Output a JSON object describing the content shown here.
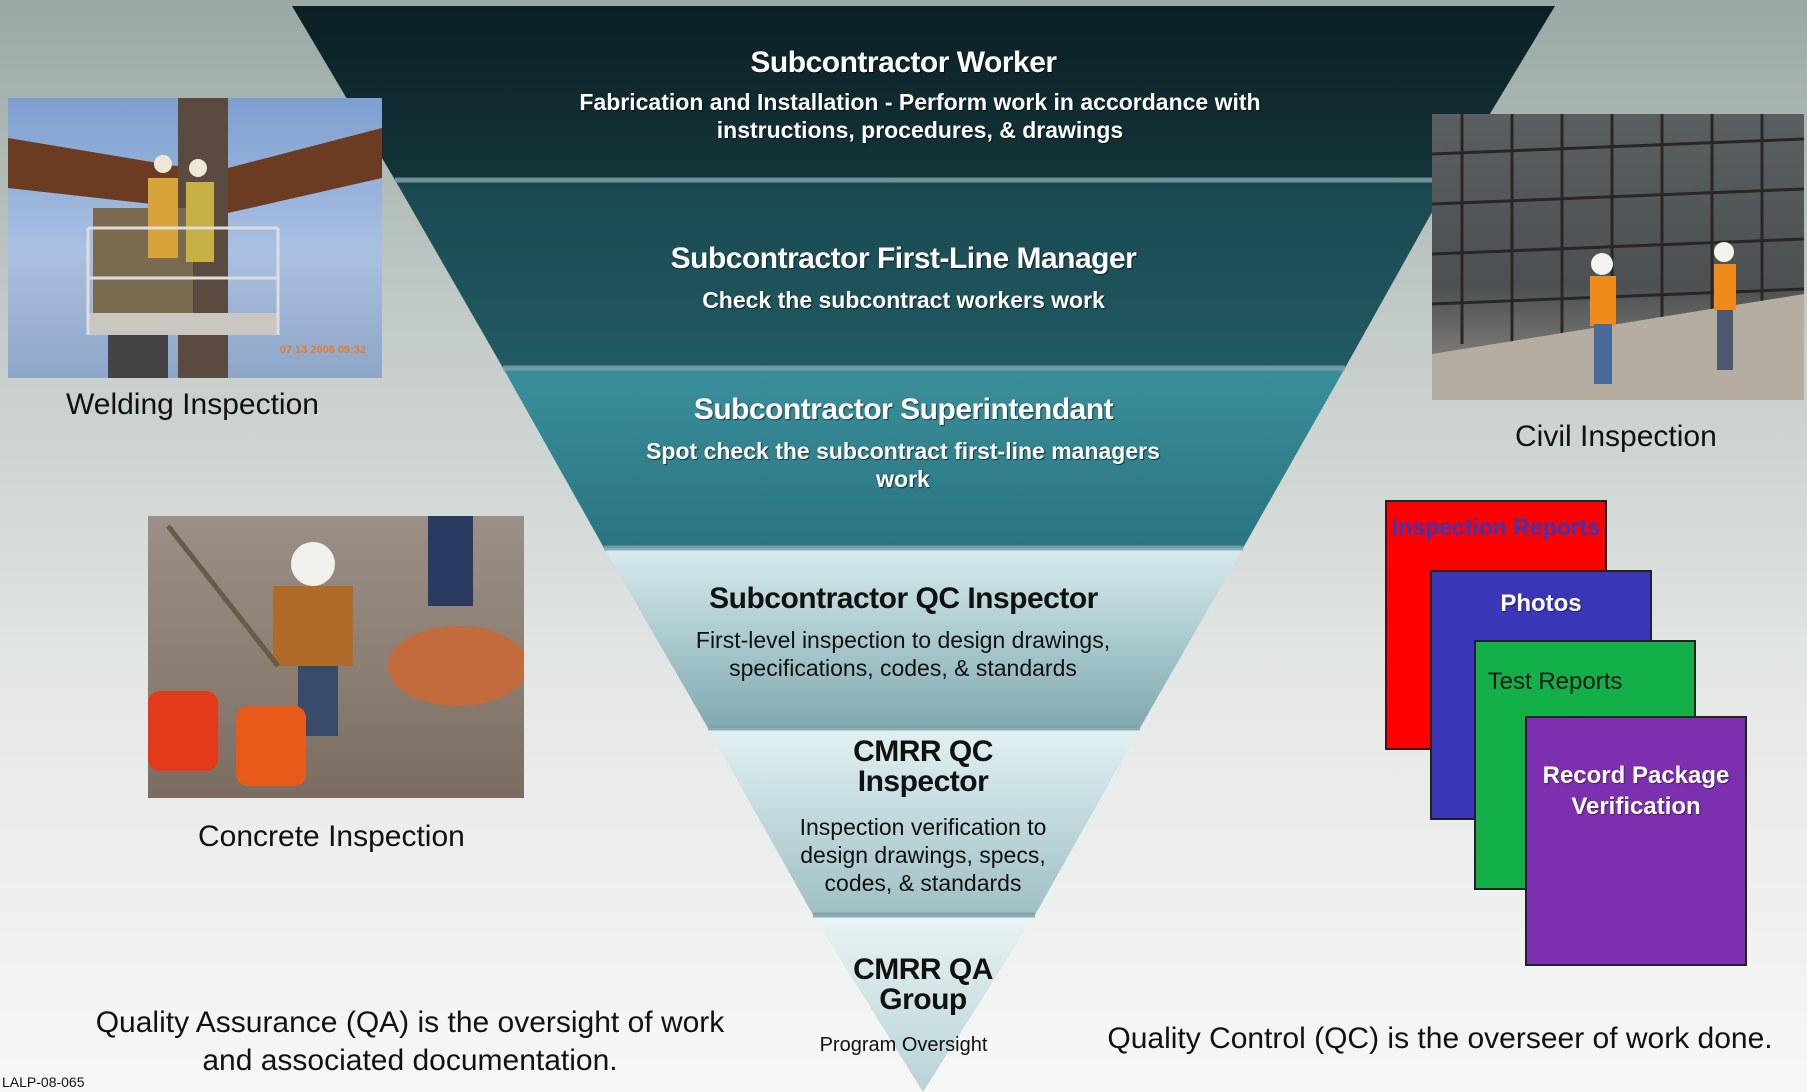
{
  "pyramid": {
    "tiers": [
      {
        "title": "Subcontractor Worker",
        "desc": "Fabrication and Installation -  Perform work in accordance with instructions, procedures, & drawings",
        "fill": "#0e2a30"
      },
      {
        "title": "Subcontractor First-Line Manager",
        "desc": "Check the subcontract workers work",
        "fill": "#1c4c55"
      },
      {
        "title": "Subcontractor Superintendant",
        "desc": "Spot check the subcontract first-line managers work",
        "fill": "#2f7c88"
      },
      {
        "title": "Subcontractor QC Inspector",
        "desc": "First-level inspection to design drawings, specifications, codes, & standards",
        "fill": "#8fb6bd"
      },
      {
        "title": "CMRR QC Inspector",
        "desc": "Inspection verification to design drawings, specs, codes, & standards",
        "fill": "#b6d2d7"
      },
      {
        "title": "CMRR QA Group",
        "desc": "Program Oversight",
        "fill": "#cfe0e3"
      }
    ]
  },
  "photos": {
    "welding": {
      "caption": "Welding Inspection",
      "stamp": "07 13 2006 09:32"
    },
    "concrete": {
      "caption": "Concrete Inspection"
    },
    "civil": {
      "caption": "Civil Inspection"
    }
  },
  "records": {
    "cards": [
      {
        "label": "Inspection Reports",
        "color": "#ff0000"
      },
      {
        "label": "Photos",
        "color": "#3a36b8"
      },
      {
        "label": "Test Reports",
        "color": "#13b04a"
      },
      {
        "label": "Record Package Verification",
        "color": "#7c2fae"
      }
    ]
  },
  "footer": {
    "qa_text": "Quality Assurance (QA) is the oversight of work and associated documentation.",
    "qc_text": "Quality Control (QC) is the overseer of work done.",
    "doc_id": "LALP-08-065"
  }
}
